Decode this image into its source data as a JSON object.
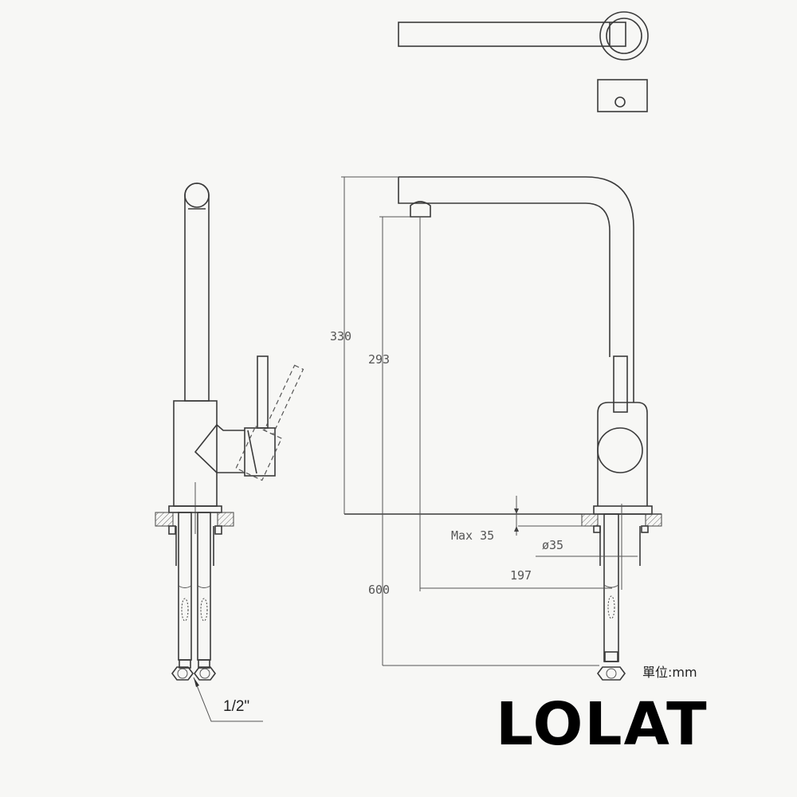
{
  "dimensions": {
    "total_height": "330",
    "spout_height": "293",
    "hose_length": "600",
    "spout_reach": "197",
    "hole_diameter": "ø35",
    "max_counter_thickness": "Max 35",
    "connector_size": "1/2\""
  },
  "unit_label": "單位:mm",
  "logo": "LOLAT"
}
